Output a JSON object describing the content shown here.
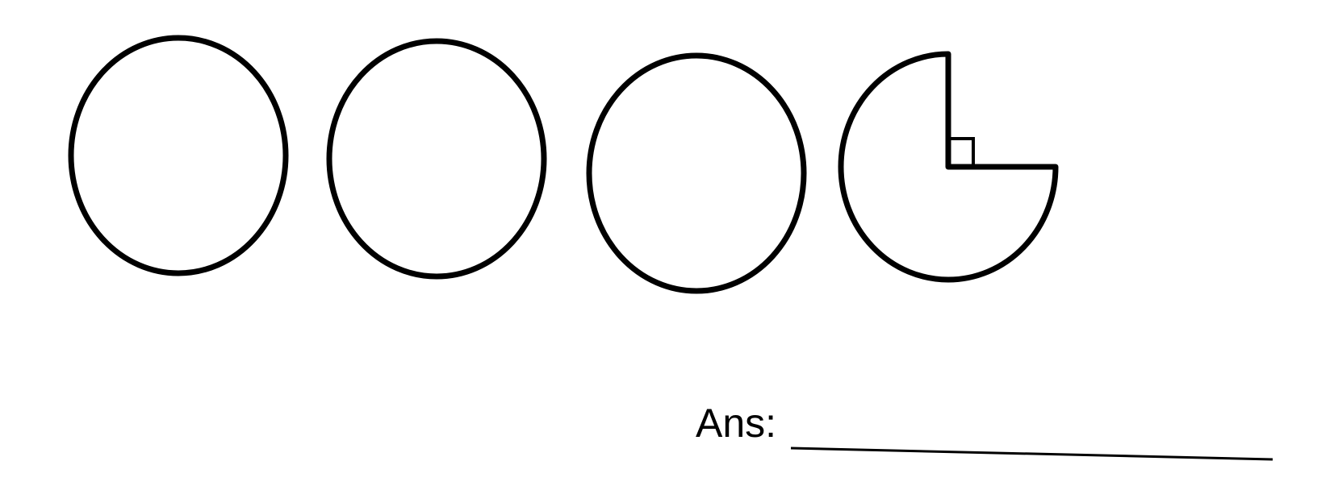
{
  "answer": {
    "label": "Ans:"
  },
  "figures": [
    {
      "kind": "whole-circle",
      "fraction_shaded": 1
    },
    {
      "kind": "whole-circle",
      "fraction_shaded": 1
    },
    {
      "kind": "whole-circle",
      "fraction_shaded": 1
    },
    {
      "kind": "three-quarter-circle",
      "fraction_shaded": 0.75,
      "missing_quadrant": "top-right"
    }
  ],
  "colors": {
    "stroke": "#000000",
    "background": "#ffffff"
  }
}
